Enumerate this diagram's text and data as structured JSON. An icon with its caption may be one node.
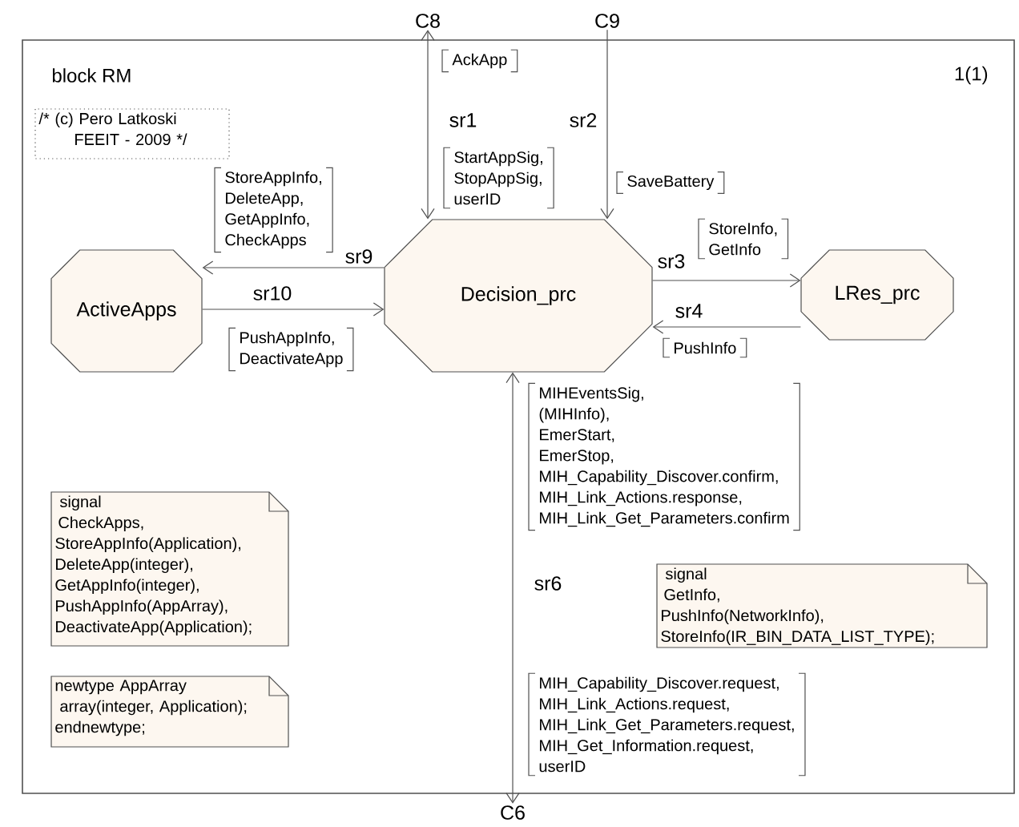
{
  "diagram": {
    "nodes": [
      {
        "text": [
          "block RM",
          "1(1)"
        ]
      },
      {
        "text": [
          "ActiveApps"
        ],
        "in": 0
      },
      {
        "text": [
          "Decision_prc"
        ],
        "in": 0
      },
      {
        "text": [
          "LRes_prc"
        ],
        "in": 0
      },
      {
        "text": [
          "C8"
        ]
      },
      {
        "text": [
          "C9"
        ]
      },
      {
        "text": [
          "C6"
        ]
      },
      {
        "text": [
          "/* (c) Pero Latkoski",
          "FEEIT - 2009 */"
        ],
        "in": 0
      },
      {
        "text": [
          "signal",
          "CheckApps, StoreAppInfo(Application), DeleteApp(integer), GetAppInfo(integer), PushAppInfo(AppArray), DeactivateApp(Application);"
        ],
        "in": 0
      },
      {
        "text": [
          "newtype AppArray",
          "array(integer, Application);",
          "endnewtype;"
        ],
        "in": 0
      },
      {
        "text": [
          "signal",
          "GetInfo, PushInfo(NetworkInfo), StoreInfo(IR_BIN_DATA_LIST_TYPE);"
        ],
        "in": 0
      }
    ],
    "edges": [
      {
        "from": 4,
        "to": 2,
        "arrow": "both",
        "label": "sr1"
      },
      {
        "from": 5,
        "to": 2,
        "arrow": "to",
        "label": "sr2"
      },
      {
        "from": 2,
        "to": 1,
        "arrow": "to",
        "label": "sr9"
      },
      {
        "from": 1,
        "to": 2,
        "arrow": "to",
        "label": "sr10"
      },
      {
        "from": 2,
        "to": 3,
        "arrow": "to",
        "label": "sr3"
      },
      {
        "from": 3,
        "to": 2,
        "arrow": "to",
        "label": "sr4"
      },
      {
        "from": 2,
        "to": 6,
        "arrow": "both",
        "label": "sr6"
      }
    ],
    "labels": [
      "AckApp",
      "StartAppSig, StopAppSig, userID",
      "SaveBattery",
      "StoreAppInfo, DeleteApp, GetAppInfo, CheckApps",
      "PushAppInfo, DeactivateApp",
      "StoreInfo, GetInfo",
      "PushInfo",
      "MIHEventsSig, (MIHInfo), EmerStart, EmerStop, MIH_Capability_Discover.confirm, MIH_Link_Actions.response, MIH_Link_Get_Parameters.confirm",
      "MIH_Capability_Discover.request, MIH_Link_Actions.request, MIH_Link_Get_Parameters.request, MIH_Get_Information.request, userID"
    ]
  }
}
